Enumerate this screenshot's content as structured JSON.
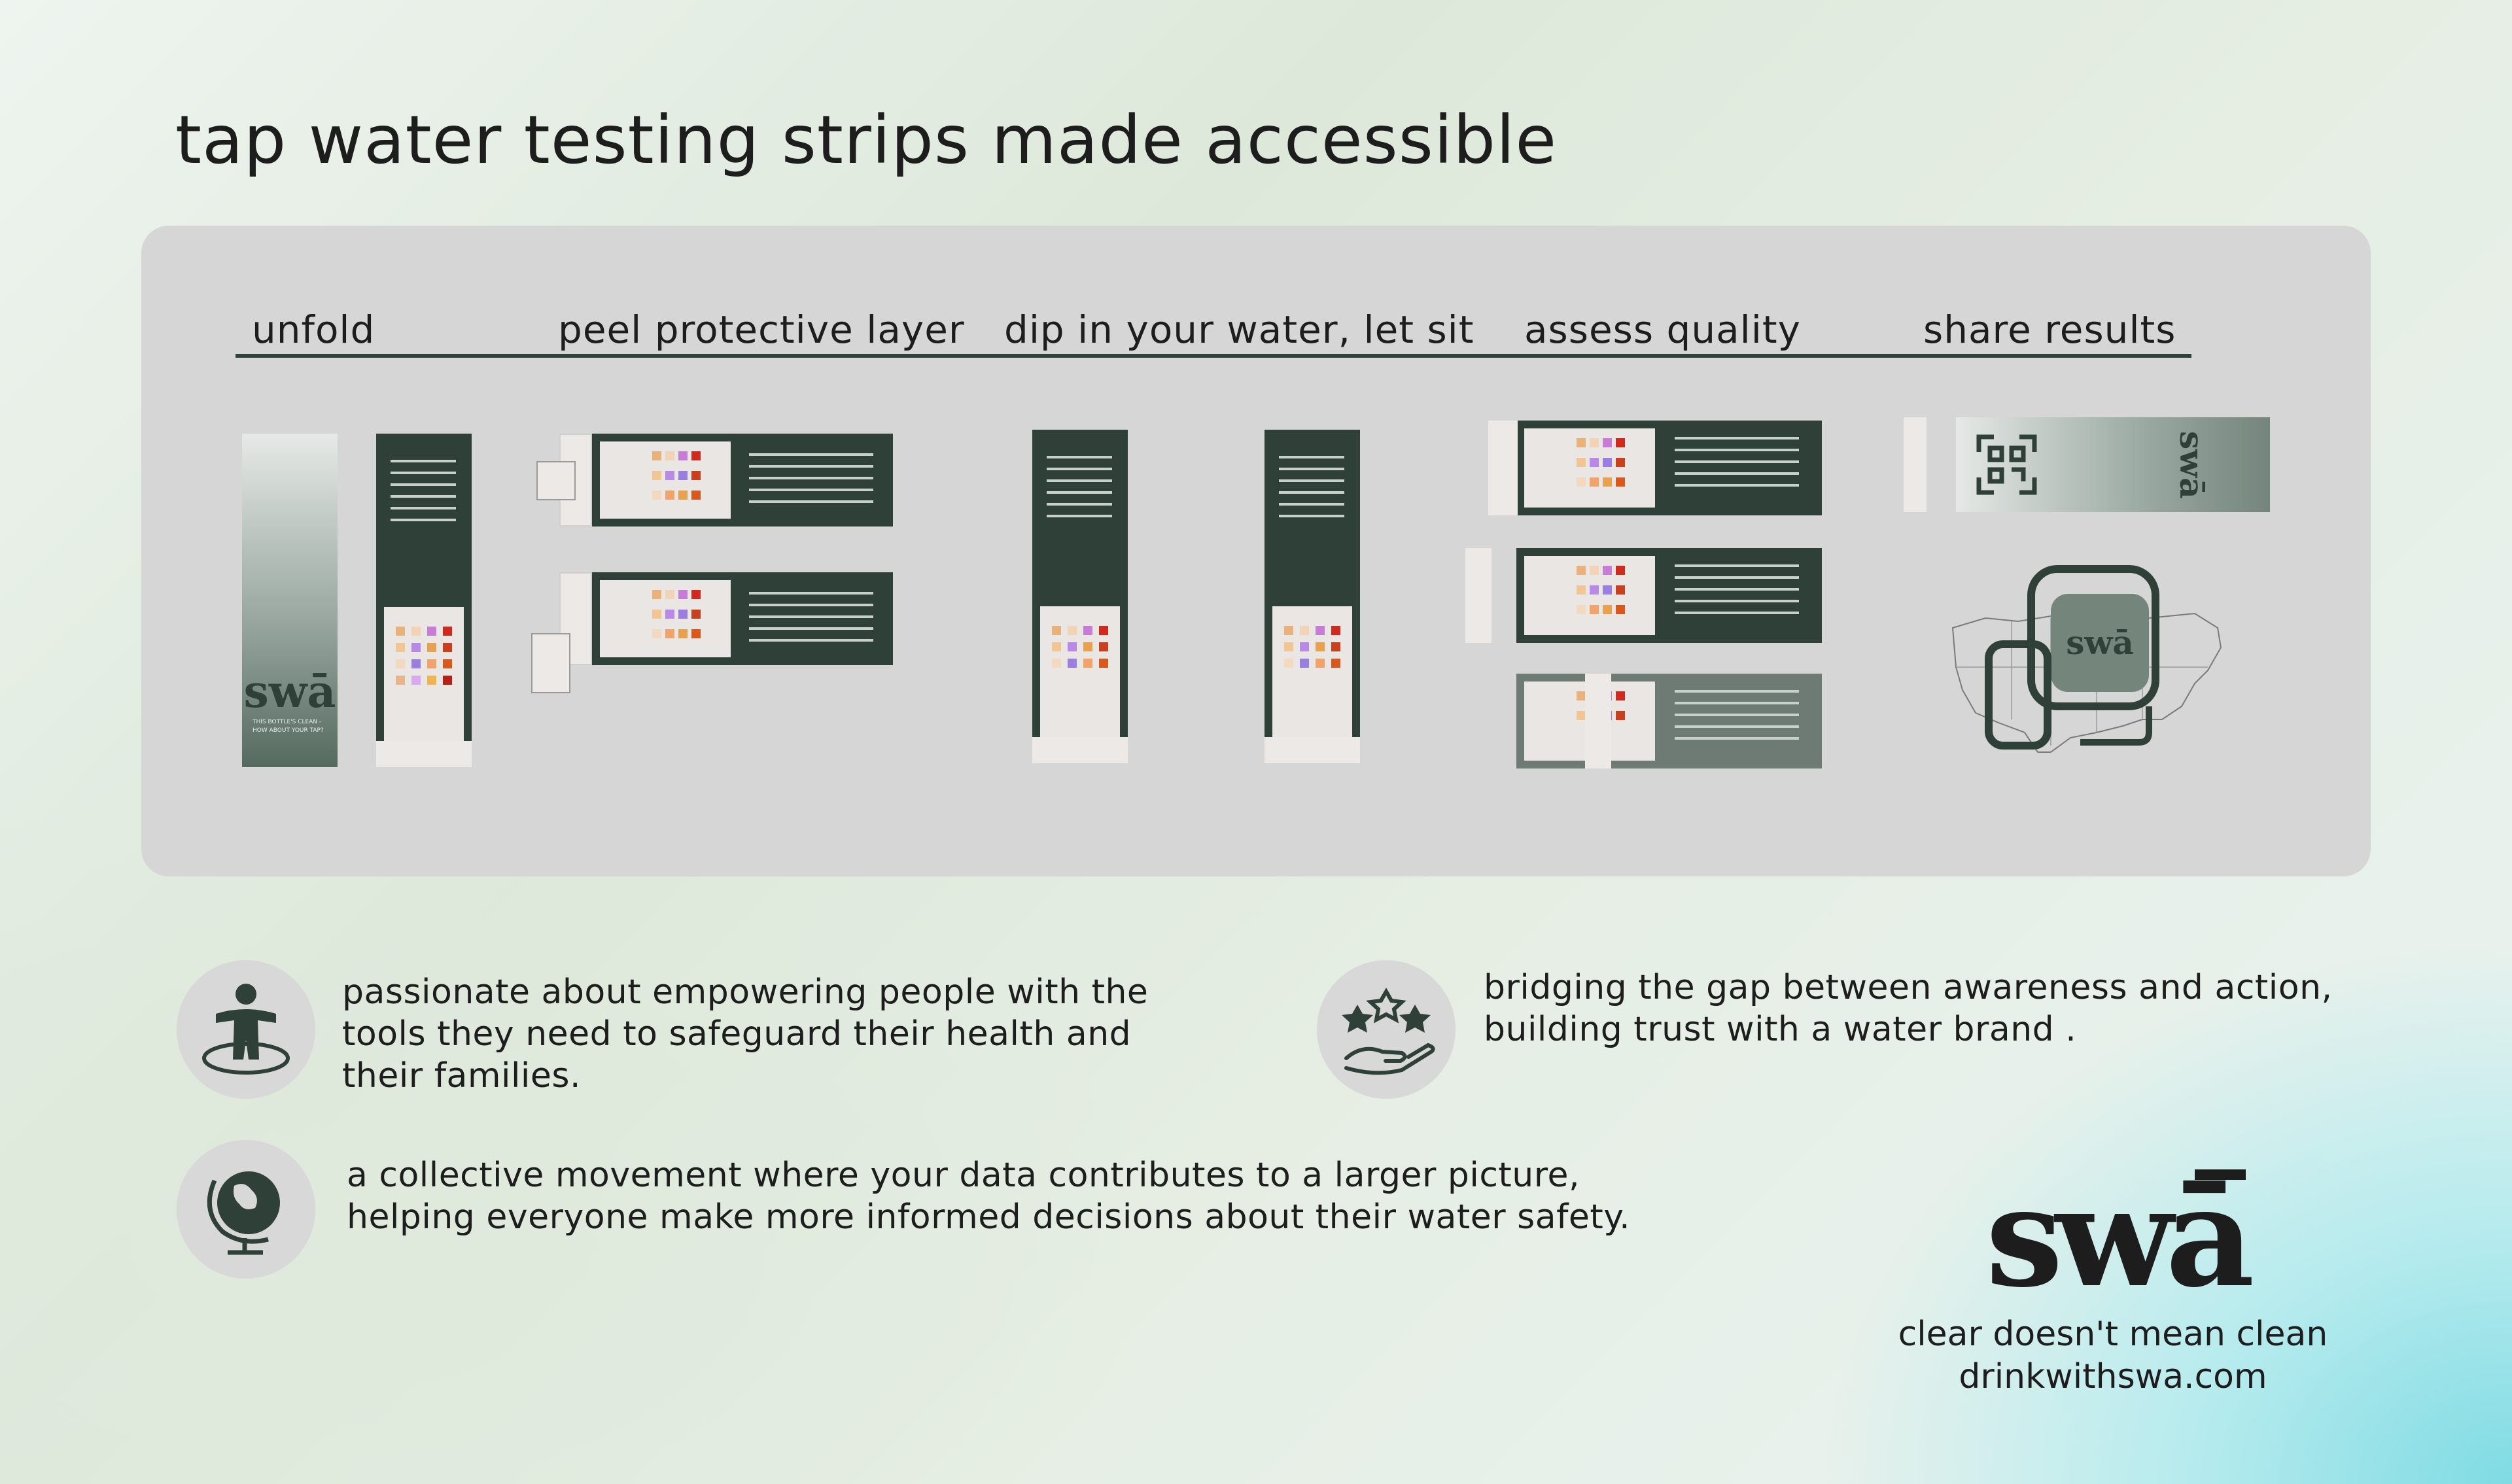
{
  "title": "tap water testing strips made accessible",
  "steps": [
    "unfold",
    "peel protective layer",
    "dip in your water, let sit",
    "assess quality",
    "share results"
  ],
  "features": [
    "passionate about empowering people with the tools they need to safeguard their health and their families.",
    "bridging the gap between awareness and action, building trust with a water brand .",
    "a collective movement where your data contributes to a larger picture, helping everyone make more informed decisions about their water safety."
  ],
  "feature_icons": [
    "person-in-ring-icon",
    "stars-in-hand-icon",
    "globe-icon"
  ],
  "strip_logo": "swā",
  "strip_tagline": "THIS BOTTLE'S CLEAN - HOW ABOUT YOUR TAP?",
  "brand": {
    "logo": "swā",
    "tagline": "clear doesn't mean clean",
    "url": "drinkwithswa.com"
  },
  "colors": {
    "accent": "#2e4038",
    "panel": "#d6d6d6",
    "swatches": [
      "#e9b27a",
      "#c77dd6",
      "#f2a36b",
      "#d02a1f",
      "#f3c38f",
      "#b889e6",
      "#e8a24f",
      "#c8401e"
    ]
  }
}
